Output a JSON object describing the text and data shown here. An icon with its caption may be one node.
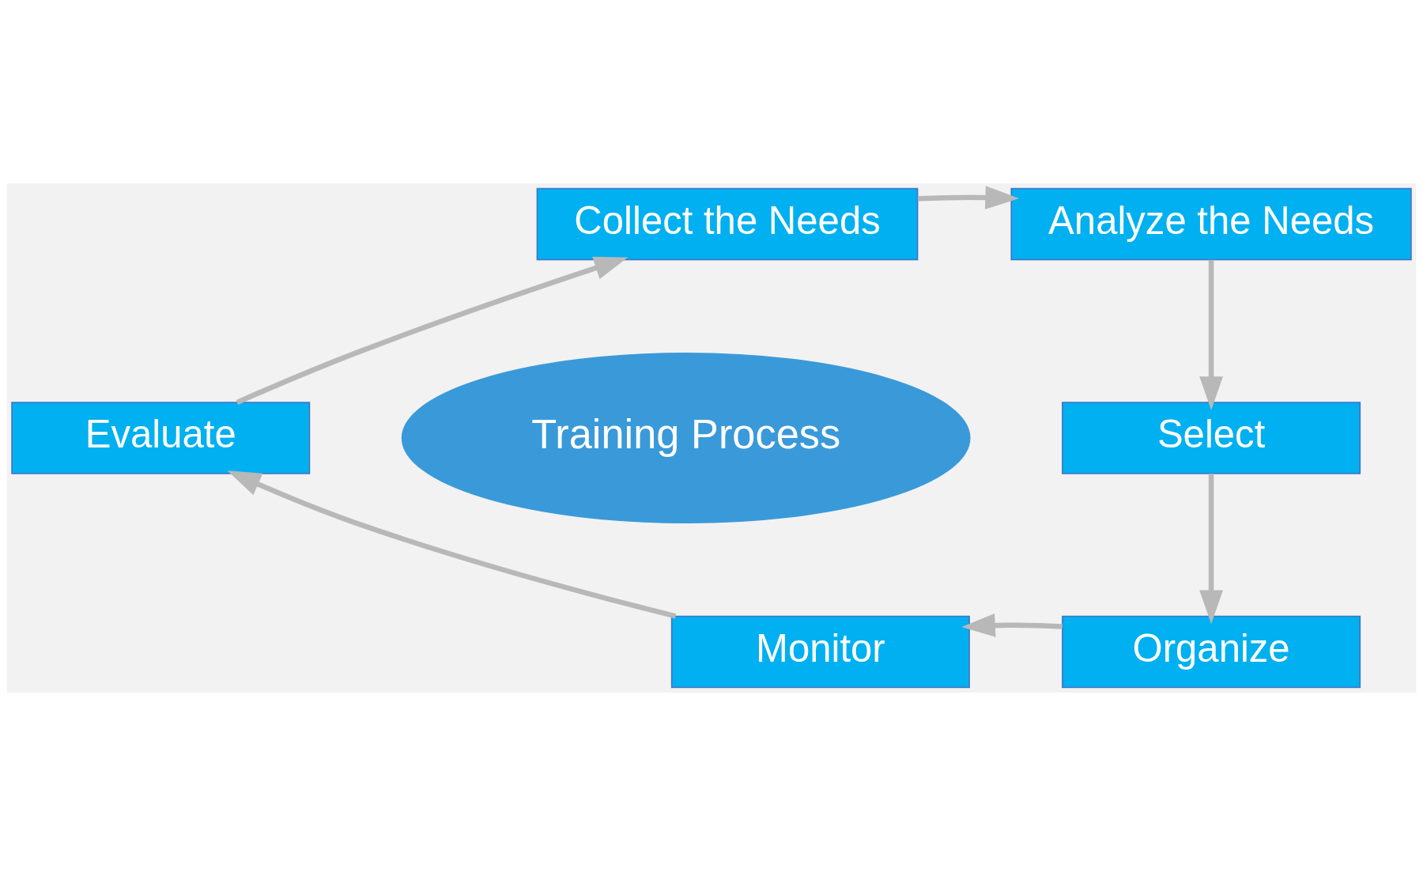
{
  "diagram": {
    "nodes": [
      {
        "text": [
          "Collect the Needs"
        ]
      },
      {
        "text": [
          "Analyze the Needs"
        ]
      },
      {
        "text": [
          "Select"
        ]
      },
      {
        "text": [
          "Organize"
        ]
      },
      {
        "text": [
          "Monitor"
        ]
      },
      {
        "text": [
          "Evaluate"
        ]
      },
      {
        "text": [
          "Training Process"
        ]
      }
    ],
    "edges": [
      {
        "from": 0,
        "to": 1,
        "arrow": "to"
      },
      {
        "from": 1,
        "to": 2,
        "arrow": "to"
      },
      {
        "from": 2,
        "to": 3,
        "arrow": "to"
      },
      {
        "from": 3,
        "to": 4,
        "arrow": "to"
      },
      {
        "from": 4,
        "to": 5,
        "arrow": "to"
      },
      {
        "from": 5,
        "to": 0,
        "arrow": "to"
      }
    ]
  }
}
